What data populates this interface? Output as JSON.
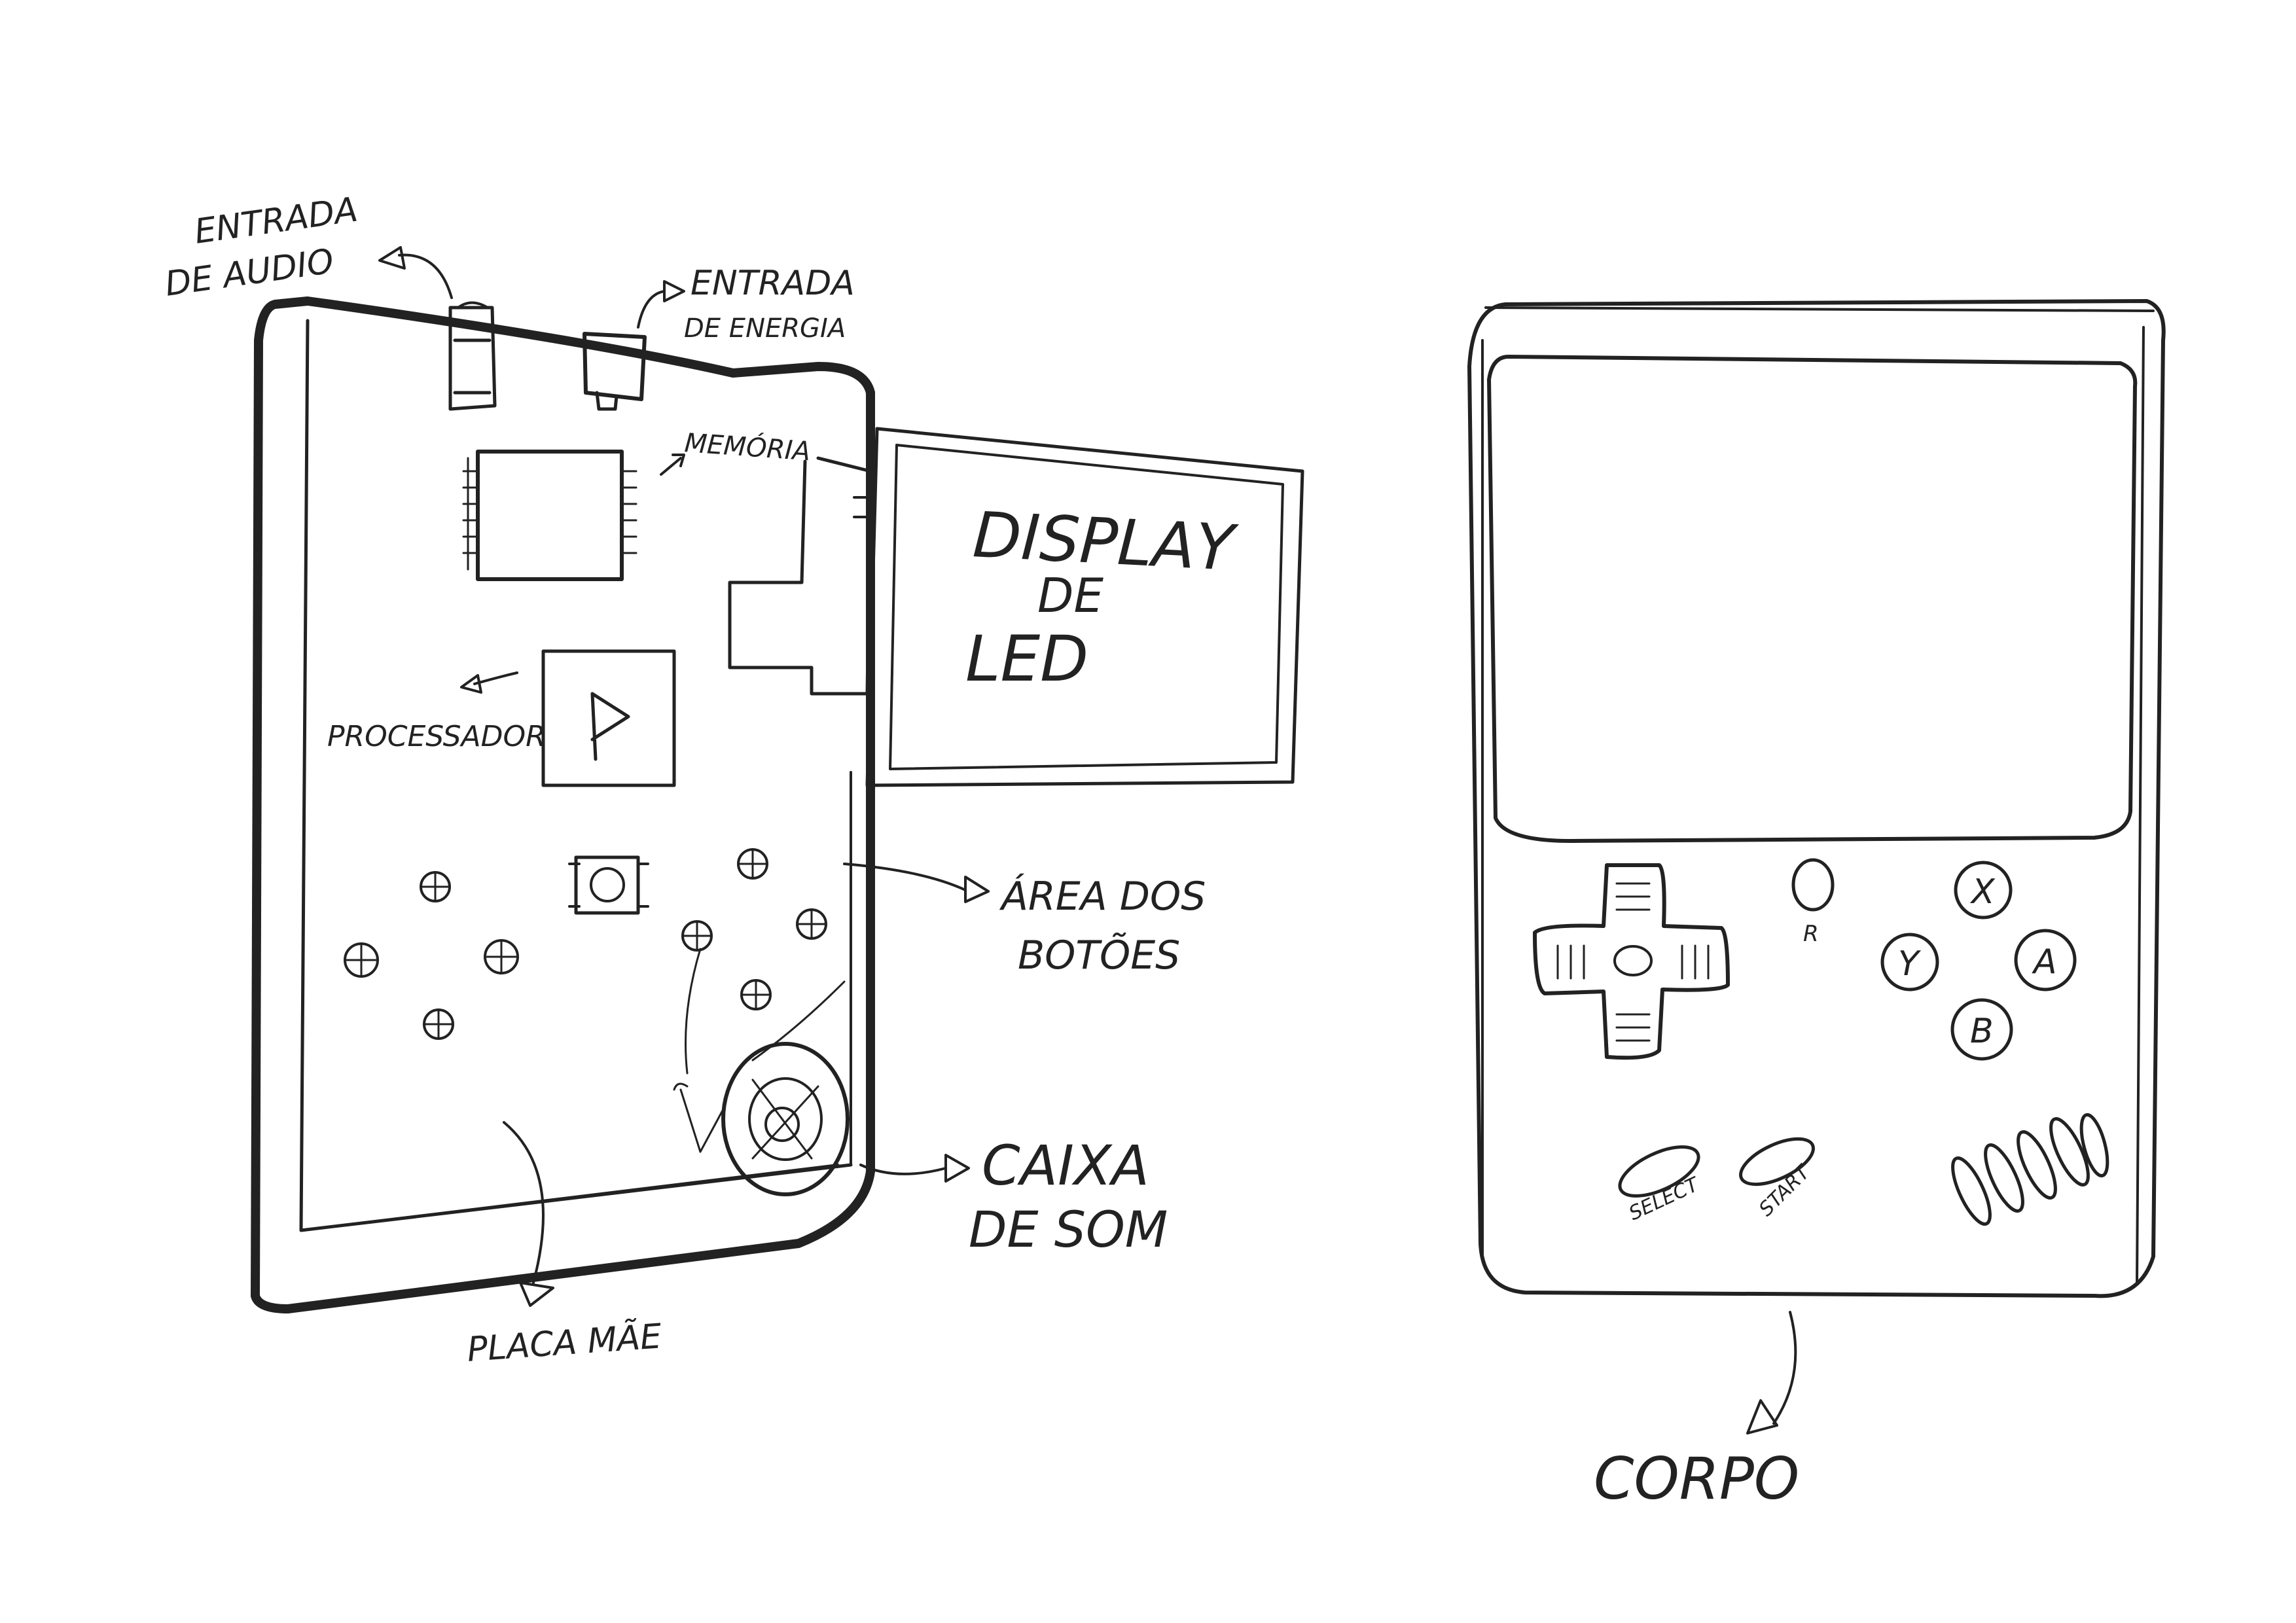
{
  "board": {
    "audio_input": [
      "ENTRADA",
      "DE AUDIO"
    ],
    "power_input": [
      "ENTRADA",
      "DE ENERGIA"
    ],
    "memory": "MEMÓRIA",
    "processor": "PROCESSADOR",
    "display": [
      "DISPLAY",
      "DE",
      "LED"
    ],
    "button_area": [
      "ÁREA DOS",
      "BOTÕES"
    ],
    "speaker": [
      "CAIXA",
      "DE SOM"
    ],
    "motherboard": "PLACA MÃE"
  },
  "console": {
    "body_label": "CORPO",
    "buttons": {
      "r": "R",
      "x": "X",
      "y": "Y",
      "a": "A",
      "b": "B",
      "select": "SELECT",
      "start": "START"
    }
  },
  "colors": {
    "ink": "#222222",
    "paper": "#ffffff"
  }
}
